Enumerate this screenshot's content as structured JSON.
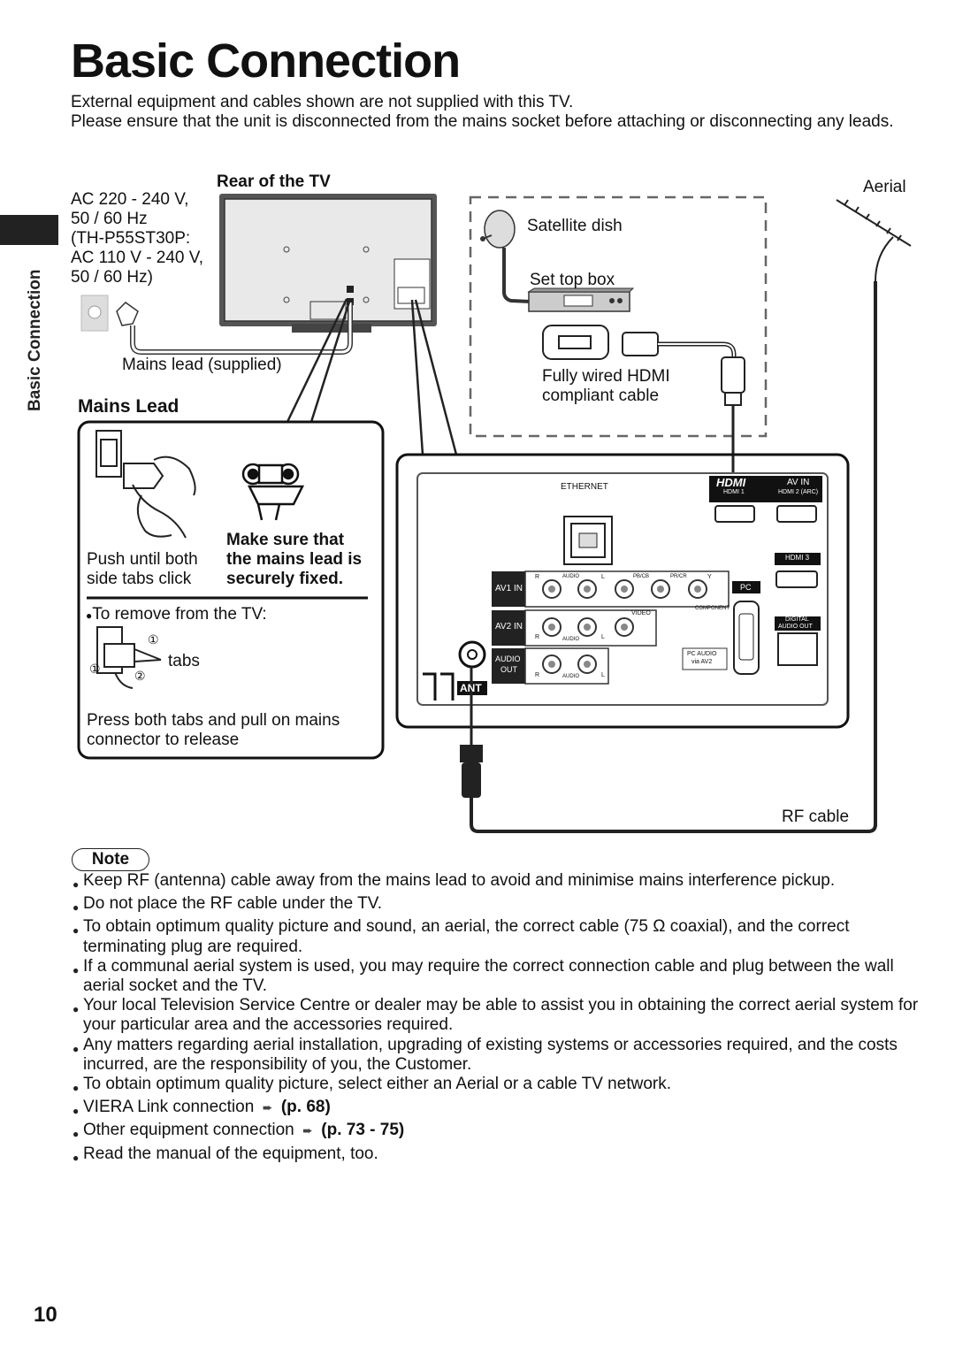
{
  "header": {
    "title": "Basic Connection",
    "intro": [
      "External equipment and cables shown are not supplied with this TV.",
      "Please ensure that the unit is disconnected from the mains socket before attaching or disconnecting any leads."
    ]
  },
  "side_tab": {
    "label": "Basic Connection"
  },
  "power": {
    "lines": [
      "AC 220 - 240 V,",
      "50 / 60 Hz",
      "(TH-P55ST30P:",
      "AC 110 V - 240 V,",
      "50 / 60 Hz)"
    ],
    "mains_lead_label": "Mains lead (supplied)"
  },
  "rear_label": "Rear of the TV",
  "mains_lead_box": {
    "title": "Mains Lead",
    "push_text": [
      "Push until both",
      "side tabs click"
    ],
    "make_sure": [
      "Make sure that",
      "the mains lead is",
      "securely fixed."
    ],
    "remove_heading": "To remove from the TV:",
    "tabs_label": "tabs",
    "release_text": [
      "Press both tabs and pull on mains",
      "connector to release"
    ],
    "step_marks": [
      "①",
      "②"
    ]
  },
  "equipment": {
    "satellite_dish": "Satellite dish",
    "set_top_box": "Set top box",
    "hdmi_cable": [
      "Fully wired HDMI",
      "compliant cable"
    ],
    "aerial": "Aerial",
    "rf_cable": "RF cable"
  },
  "panel": {
    "ethernet": "ETHERNET",
    "hdmi_logo": "HDMI",
    "av_in": "AV IN",
    "hdmi1": "HDMI 1",
    "hdmi2": "HDMI 2 (ARC)",
    "hdmi3": "HDMI 3",
    "av1_in": "AV1 IN",
    "av2_in": "AV2 IN",
    "audio_out": [
      "AUDIO",
      "OUT"
    ],
    "r": "R",
    "l": "L",
    "audio": "AUDIO",
    "pb": "PB/CB",
    "pr": "PR/CR",
    "y": "Y",
    "video": "VIDEO",
    "component": "COMPONENT",
    "pc": "PC",
    "pc_audio": [
      "PC AUDIO",
      "via AV2"
    ],
    "digital_audio_out": [
      "DIGITAL",
      "AUDIO OUT"
    ],
    "ant": "ANT"
  },
  "note": {
    "badge": "Note",
    "items": [
      "Keep RF (antenna) cable away from the mains lead to avoid and minimise mains interference pickup.",
      "Do not place the RF cable under the TV.",
      "To obtain optimum quality picture and sound, an aerial, the correct cable (75 Ω coaxial), and the correct terminating plug are required.",
      "If a communal aerial system is used, you may require the correct connection cable and plug between the wall aerial socket and the TV.",
      "Your local Television Service Centre or dealer may be able to assist you in obtaining the correct aerial system for your particular area and the accessories required.",
      "Any matters regarding aerial installation, upgrading of existing systems or accessories required, and the costs incurred, are the responsibility of you, the Customer.",
      "To obtain optimum quality picture, select either an Aerial or a cable TV network."
    ],
    "viera": {
      "text": "VIERA Link connection",
      "ref": "(p. 68)"
    },
    "other": {
      "text": "Other equipment connection",
      "ref": "(p. 73 - 75)"
    },
    "last": "Read the manual of the equipment, too."
  },
  "page_number": "10"
}
